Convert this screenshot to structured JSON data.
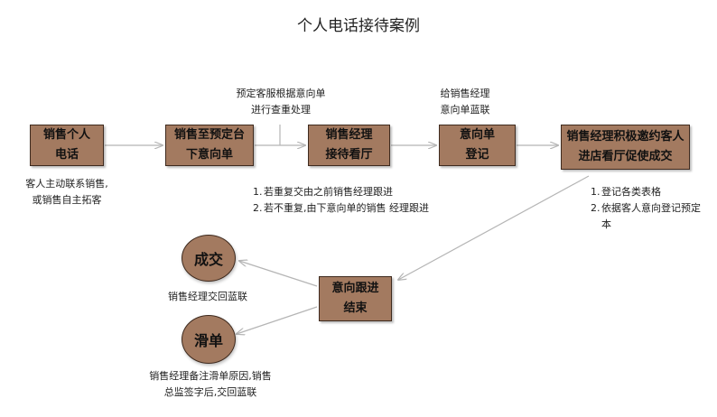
{
  "title": "个人电话接待案例",
  "colors": {
    "box_fill": "#a37a60",
    "border": "#3e2a1e",
    "arrow": "#b5b5b5"
  },
  "boxes": {
    "start": [
      "销售个人",
      "电话"
    ],
    "reserve": [
      "销售至预定台",
      "下意向单"
    ],
    "manager": [
      "销售经理",
      "接待看厅"
    ],
    "register": [
      "意向单",
      "登记"
    ],
    "invite": [
      "销售经理积极邀约客人",
      "进店看厅促使成交"
    ],
    "followup": [
      "意向跟进",
      "结束"
    ]
  },
  "circles": {
    "deal": "成交",
    "lost": "滑单"
  },
  "notes": {
    "start": [
      "客人主动联系销售,",
      "或销售自主拓客"
    ],
    "reserve_top": [
      "预定客服根据意向单",
      "进行查重处理"
    ],
    "register_top": [
      "给销售经理",
      "意向单蓝联"
    ],
    "manager_bottom": [
      {
        "num": "1.",
        "text": "若重复交由之前销售经理跟进"
      },
      {
        "num": "2.",
        "text": "若不重复,由下意向单的销售  经理跟进"
      }
    ],
    "invite_bottom": [
      {
        "num": "1.",
        "text": "登记各类表格"
      },
      {
        "num": "2.",
        "text": "依据客人意向登记预定"
      },
      {
        "num": "",
        "text": "本"
      }
    ],
    "deal_bottom": "销售经理交回蓝联",
    "lost_bottom": [
      "销售经理备注滑单原因,销售",
      "总监签字后,交回蓝联"
    ]
  }
}
